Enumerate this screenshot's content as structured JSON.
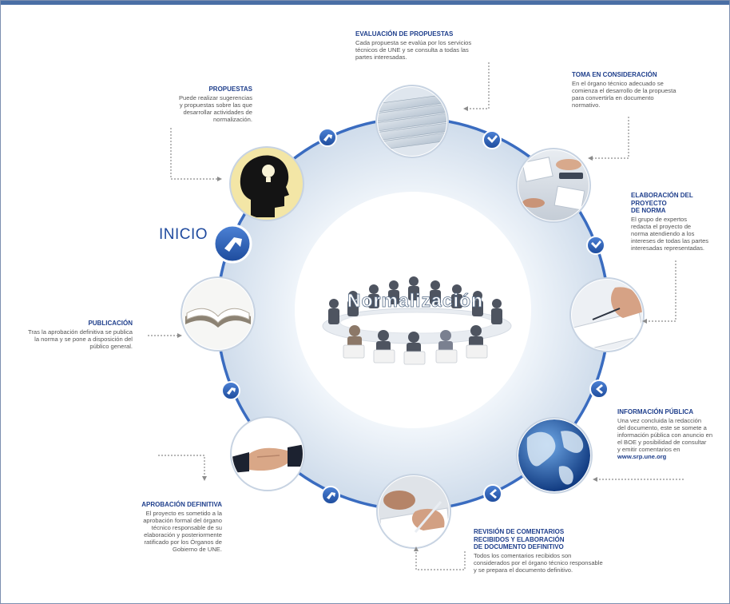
{
  "start_label": "INICIO",
  "center_watermark": "Normalización",
  "steps": {
    "propuestas": {
      "title": "PROPUESTAS",
      "text": "Puede realizar sugerencias\ny propuestas sobre las que\ndesarrollar actividades de\nnormalización."
    },
    "evaluacion": {
      "title": "EVALUACIÓN DE PROPUESTAS",
      "text": "Cada propuesta se evalúa por los servicios\ntécnicos de UNE y se consulta a todas las\npartes interesadas."
    },
    "toma": {
      "title": "TOMA EN CONSIDERACIÓN",
      "text": "En el órgano técnico adecuado se\ncomienza el desarrollo de la propuesta\npara convertirla en documento\nnormativo."
    },
    "elaboracion": {
      "title": "ELABORACIÓN DEL\nPROYECTO\nDE NORMA",
      "text": "El grupo de expertos\nredacta el proyecto de\nnorma atendiendo a los\nintereses de todas las partes\ninteresadas representadas."
    },
    "informacion": {
      "title": "INFORMACIÓN PÚBLICA",
      "text": "Una vez concluida la redacción\ndel documento, este se somete a\ninformación pública con anuncio en\nel BOE y posibilidad de consultar\ny emitir comentarios en",
      "url": "www.srp.une.org"
    },
    "revision": {
      "title": "REVISIÓN DE COMENTARIOS\nRECIBIDOS Y ELABORACIÓN\nDE DOCUMENTO DEFINITIVO",
      "text": "Todos los comentarios recibidos son\nconsiderados por el órgano técnico responsable\ny se prepara el documento definitivo."
    },
    "aprobacion": {
      "title": "APROBACIÓN DEFINITIVA",
      "text": "El proyecto es sometido a la\naprobación formal del órgano\ntécnico responsable de su\nelaboración y posteriormente\nratificado por los Órganos de\nGobierno de UNE."
    },
    "publicacion": {
      "title": "PUBLICACIÓN",
      "text": "Tras la aprobación definitiva se publica\nla norma y se pone a disposición del\npúblico general."
    }
  },
  "colors": {
    "accent": "#1f3f8c",
    "ring": "#3a6cc0",
    "arrow_badge": "#2a5db0",
    "propuestas_bg": "#f3e6a6"
  }
}
